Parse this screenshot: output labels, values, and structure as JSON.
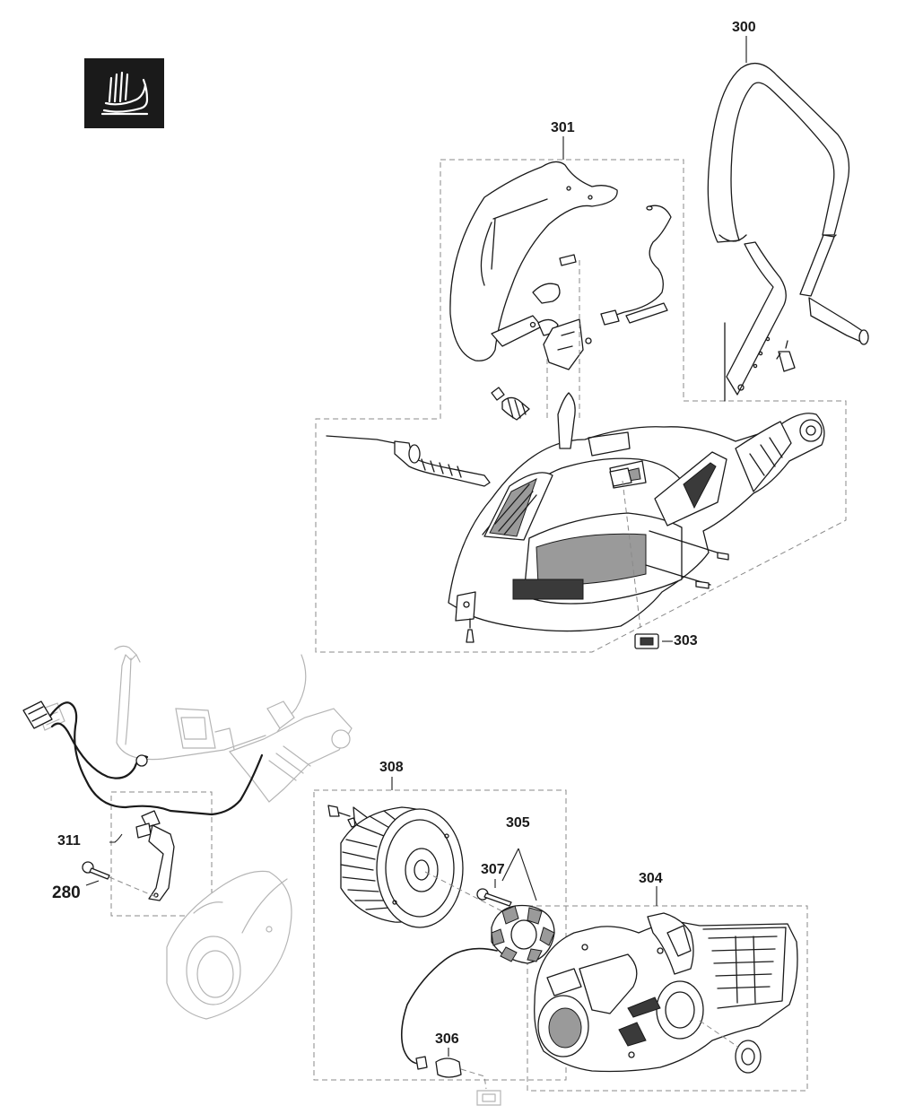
{
  "colors": {
    "ink": "#1a1a1a",
    "faded": "#b5b5b5",
    "dash": "#8a8a8a",
    "fill_gray": "#9a9a9a",
    "badge_bg": "#1a1a1a",
    "badge_icon": "#ffffff"
  },
  "badge": {
    "icon": "hand-on-handle-icon"
  },
  "callouts": {
    "c300": "300",
    "c301": "301",
    "c303": "303",
    "c304": "304",
    "c305": "305",
    "c306": "306",
    "c307": "307",
    "c308": "308",
    "c311": "311",
    "c280": "280"
  }
}
